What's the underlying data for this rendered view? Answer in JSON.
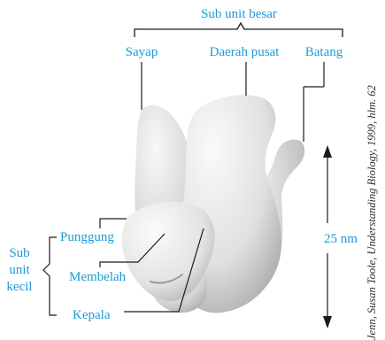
{
  "labels": {
    "large_subunit": "Sub unit besar",
    "wing": "Sayap",
    "central_region": "Daerah pusat",
    "stalk": "Batang",
    "ridge": "Punggung",
    "sub": "Sub",
    "unit": "unit",
    "small": "kecil",
    "cleft": "Membelah",
    "head": "Kepala",
    "size": "25 nm"
  },
  "credit": "Jenn, Susan Toole, Understanding Biology, 1999, hlm. 62",
  "colors": {
    "label_blue": "#1a9ad6",
    "leader_line": "#1a1a1a",
    "body_light": "#ececec",
    "body_shadow": "#a8a8a8"
  }
}
